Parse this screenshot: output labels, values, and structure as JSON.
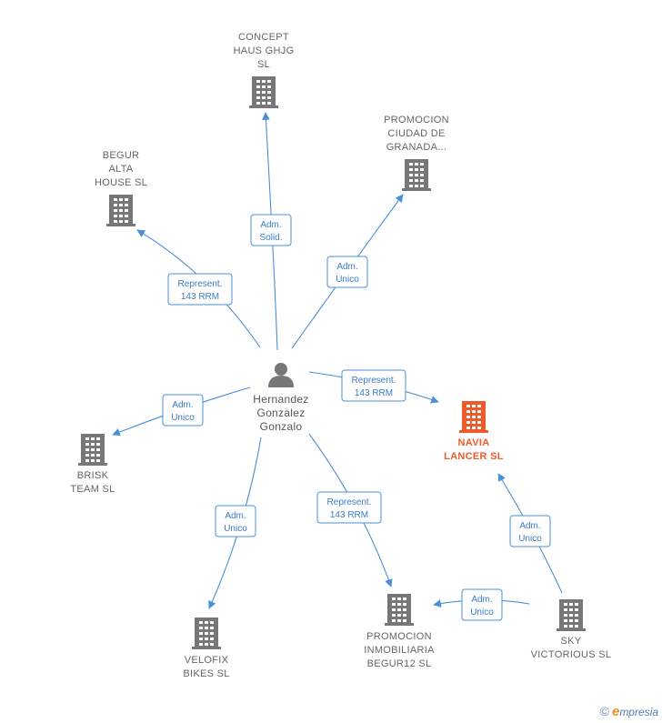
{
  "nodes": {
    "concept": {
      "lines": [
        "CONCEPT",
        "HAUS GHJG",
        "SL"
      ],
      "icon": "building-icon",
      "color": "#777777"
    },
    "promocion_granada": {
      "lines": [
        "PROMOCION",
        "CIUDAD DE",
        "GRANADA..."
      ],
      "icon": "building-icon",
      "color": "#777777"
    },
    "begur_alta": {
      "lines": [
        "BEGUR",
        "ALTA",
        "HOUSE  SL"
      ],
      "icon": "building-icon",
      "color": "#777777"
    },
    "person": {
      "lines": [
        "Hernandez",
        "Gonzalez",
        "Gonzalo"
      ],
      "icon": "person-icon",
      "color": "#777777"
    },
    "navia": {
      "lines": [
        "NAVIA",
        "LANCER  SL"
      ],
      "icon": "building-icon",
      "color": "#ee5a2a"
    },
    "brisk": {
      "lines": [
        "BRISK",
        "TEAM SL"
      ],
      "icon": "building-icon",
      "color": "#777777"
    },
    "velofix": {
      "lines": [
        "VELOFIX",
        "BIKES  SL"
      ],
      "icon": "building-icon",
      "color": "#777777"
    },
    "promocion_begur12": {
      "lines": [
        "PROMOCION",
        "INMOBILIARIA",
        "BEGUR12  SL"
      ],
      "icon": "building-icon",
      "color": "#777777"
    },
    "sky": {
      "lines": [
        "SKY",
        "VICTORIOUS SL"
      ],
      "icon": "building-icon",
      "color": "#777777"
    }
  },
  "edges": [
    {
      "from": "person",
      "to": "concept",
      "label": [
        "Adm.",
        "Solid."
      ]
    },
    {
      "from": "person",
      "to": "promocion_granada",
      "label": [
        "Adm.",
        "Unico"
      ]
    },
    {
      "from": "person",
      "to": "begur_alta",
      "label": [
        "Represent.",
        "143 RRM"
      ]
    },
    {
      "from": "person",
      "to": "navia",
      "label": [
        "Represent.",
        "143 RRM"
      ]
    },
    {
      "from": "person",
      "to": "brisk",
      "label": [
        "Adm.",
        "Unico"
      ]
    },
    {
      "from": "person",
      "to": "velofix",
      "label": [
        "Adm.",
        "Unico"
      ]
    },
    {
      "from": "person",
      "to": "promocion_begur12",
      "label": [
        "Represent.",
        "143 RRM"
      ]
    },
    {
      "from": "sky",
      "to": "navia",
      "label": [
        "Adm.",
        "Unico"
      ]
    },
    {
      "from": "sky",
      "to": "promocion_begur12",
      "label": [
        "Adm.",
        "Unico"
      ]
    }
  ],
  "colors": {
    "edge": "#4a8fd8",
    "building": "#777777",
    "focus": "#ee5a2a"
  },
  "footer": {
    "copyright_symbol": "©",
    "brand_initial": "e",
    "brand_rest": "mpresia"
  }
}
